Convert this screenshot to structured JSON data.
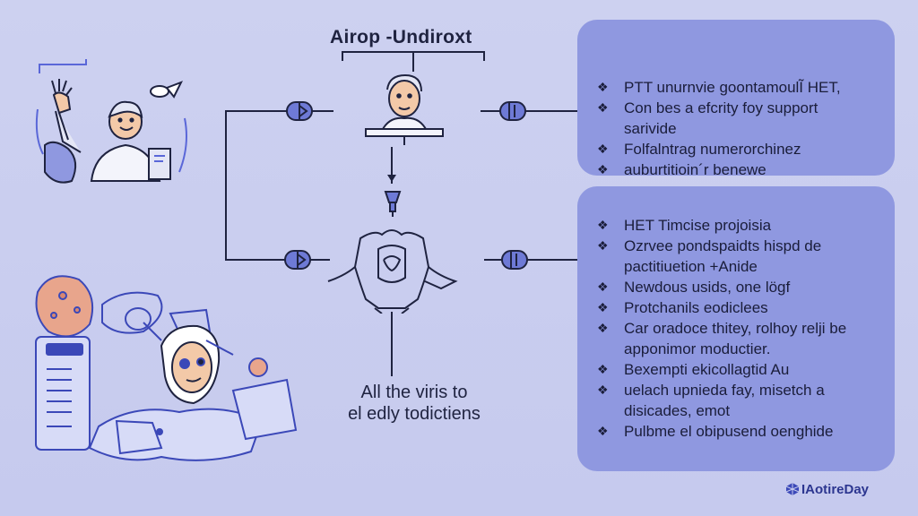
{
  "diagram": {
    "title": "Airop -Undiroxt",
    "caption": [
      "All the viris to",
      "el edly todictiens"
    ],
    "panel_top": [
      "PTT unurnvie goontamoulĨ HET,",
      "Con bes a efcrity foy support",
      "sarivide",
      "Folfalntrag numerorchinez",
      "auburtitioin´r benewe"
    ],
    "panel_bottom": [
      "HET Timcise projoisia",
      "Ozrvee pondspaidts hispd de",
      "pactitiuetion +Anide",
      "Newdous usids, one lögf",
      "Protchanils eodiclees",
      "Car oradoce thitey, rolhoy relji be",
      "apponimor moductier.",
      "Bexempti ekicollagtid Au",
      "uelach upnieda fay, misetch a",
      "disicades, emot",
      "Pulbme el obipusend oenghide"
    ],
    "bullet_glyph": "❖",
    "brand": "IAotireDay"
  },
  "colors": {
    "background": "#c9cdee",
    "panel": "#8f98e0",
    "line": "#1f2340",
    "accent": "#5a67d8",
    "skin": "#f3c9a8",
    "hair": "#ffffff"
  }
}
